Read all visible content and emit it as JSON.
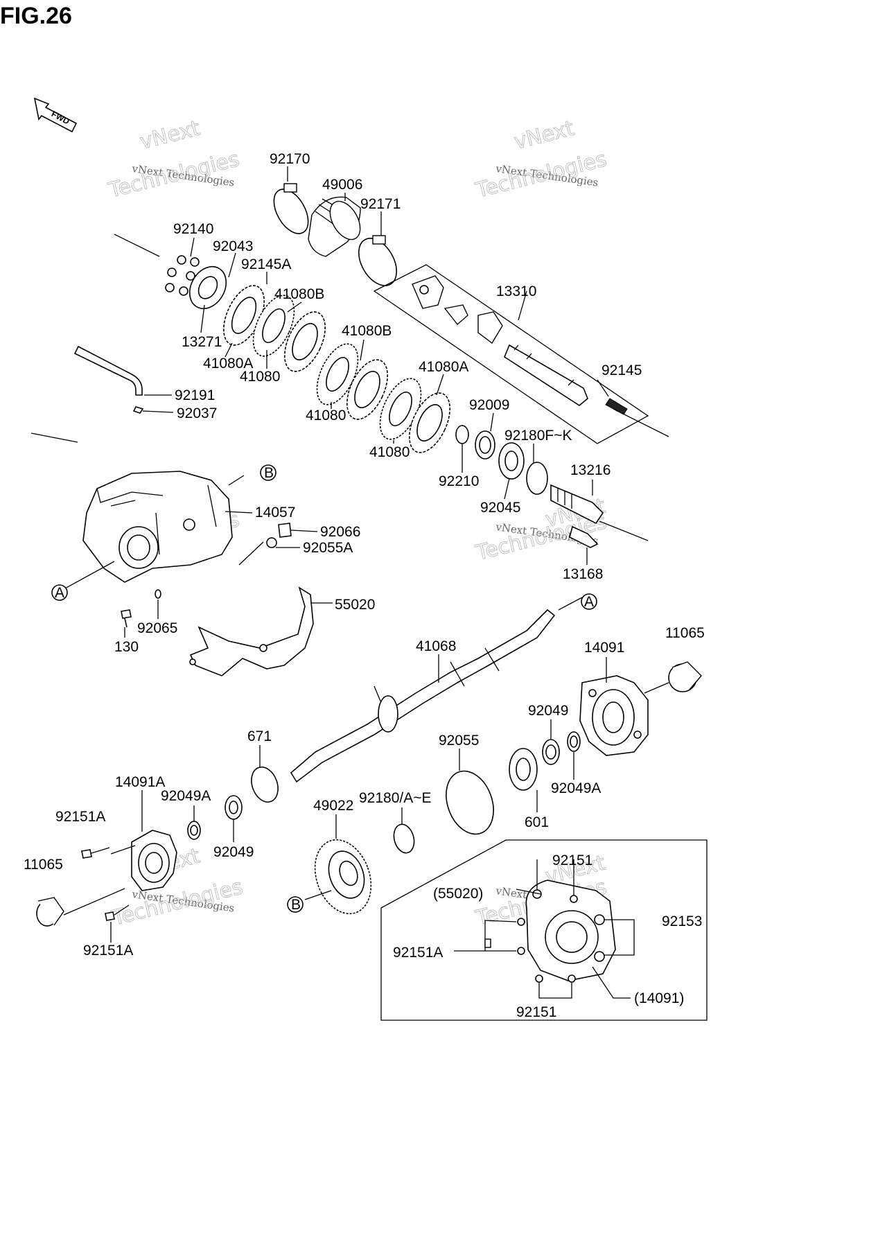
{
  "figure": {
    "title": "FIG.26",
    "direction_tag": "FWD"
  },
  "watermark": {
    "line1": "vNext Technologies",
    "line2": "vNext",
    "line3": "Technologies"
  },
  "callouts": {
    "c92170": "92170",
    "c49006": "49006",
    "c92171": "92171",
    "c13310": "13310",
    "c92140": "92140",
    "c92043": "92043",
    "c92145A": "92145A",
    "c41080B_1": "41080B",
    "c13271": "13271",
    "c41080A_1": "41080A",
    "c41080_1": "41080",
    "c41080B_2": "41080B",
    "c41080_2": "41080",
    "c41080A_2": "41080A",
    "c41080_3": "41080",
    "c92145": "92145",
    "c92009": "92009",
    "c92180FK": "92180F~K",
    "c92210": "92210",
    "c13216": "13216",
    "c92045": "92045",
    "c13168": "13168",
    "c92191": "92191",
    "c92037": "92037",
    "c14057": "14057",
    "c92066": "92066",
    "c92055A": "92055A",
    "c55020": "55020",
    "c92065": "92065",
    "c130": "130",
    "c41068": "41068",
    "c14091": "14091",
    "c11065_r": "11065",
    "c92049_r": "92049",
    "c92055": "92055",
    "c92049A_r": "92049A",
    "c601": "601",
    "c671": "671",
    "c14091A": "14091A",
    "c92049A_l": "92049A",
    "c92151A_t": "92151A",
    "c92049_l": "92049",
    "c11065_l": "11065",
    "c49022": "49022",
    "c92180AE": "92180/A~E",
    "c92151A_b": "92151A",
    "inset_92151_t": "92151",
    "inset_55020": "(55020)",
    "inset_92153": "92153",
    "inset_92151A": "92151A",
    "inset_14091": "(14091)",
    "inset_92151_b": "92151"
  },
  "refs": {
    "A": "A",
    "B": "B"
  }
}
